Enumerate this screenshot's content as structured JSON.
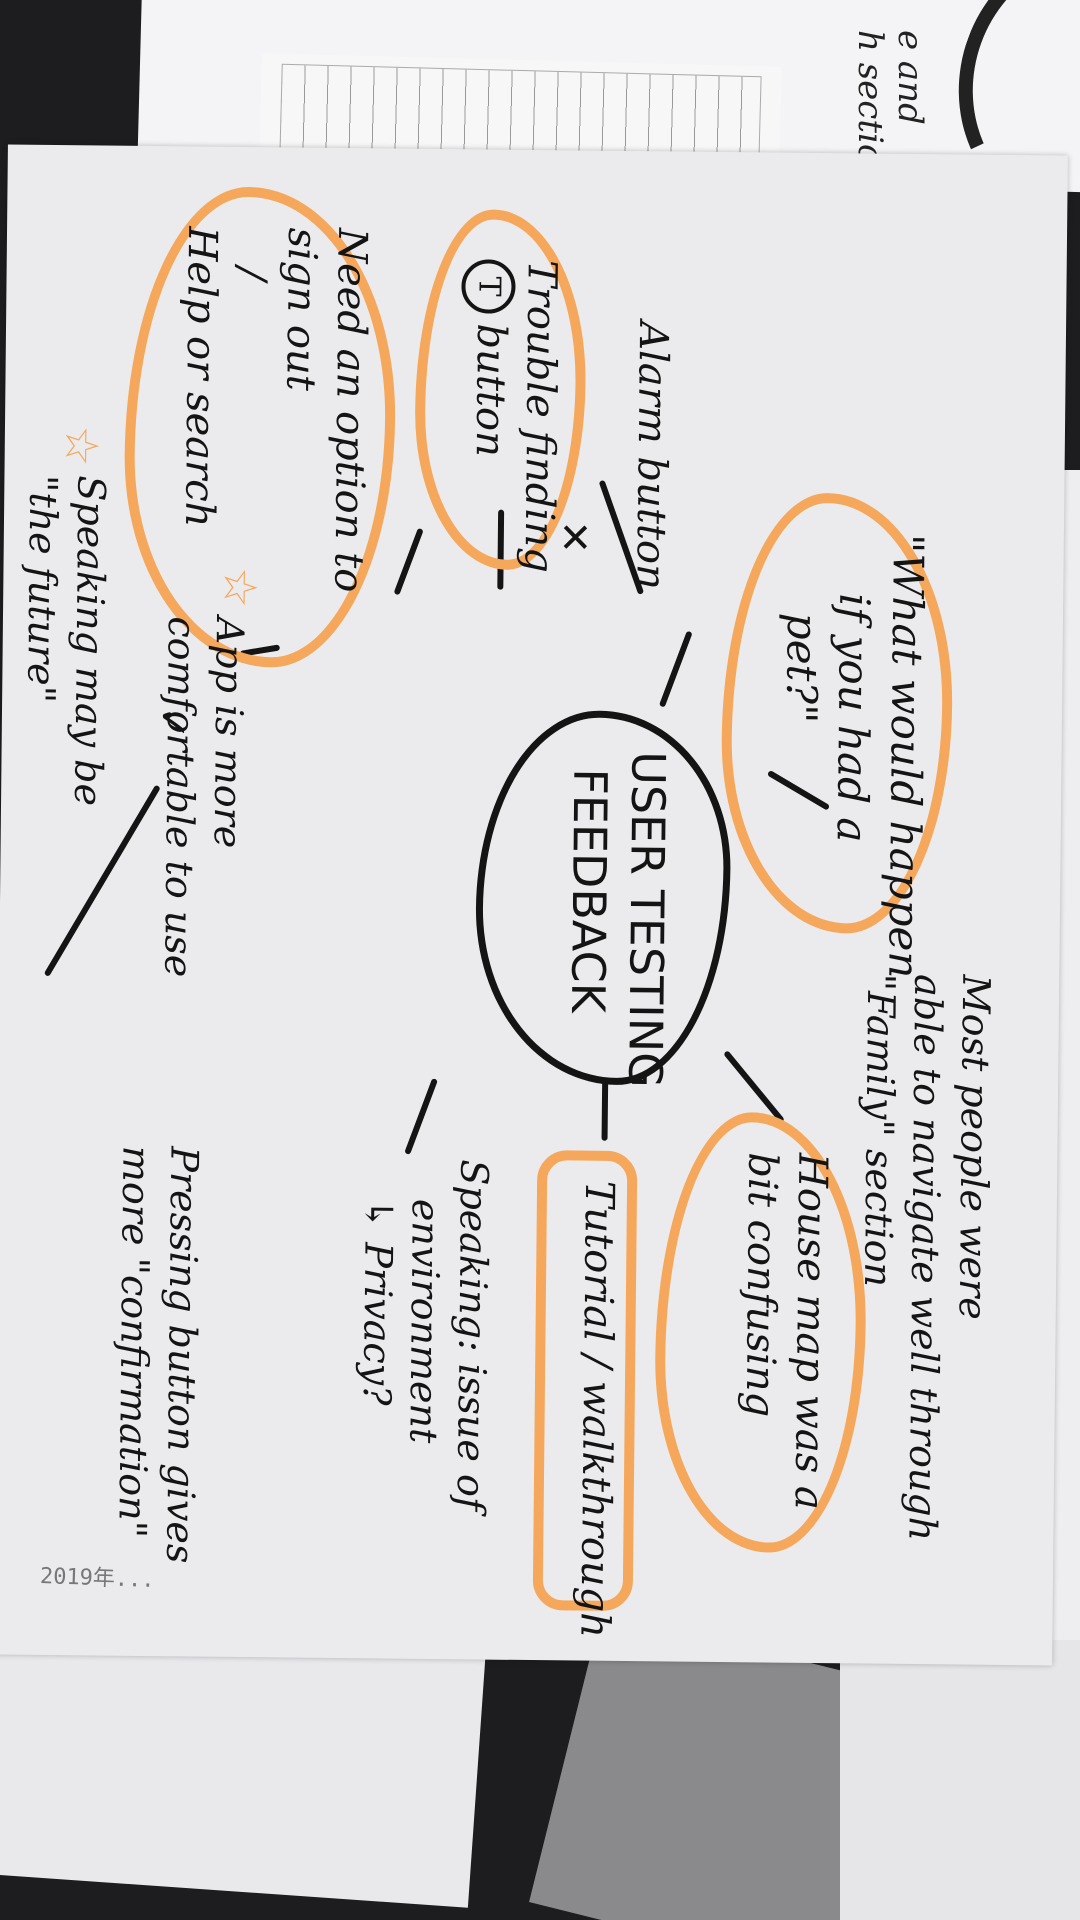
{
  "background_notes": {
    "line1": "e and",
    "line2": "h section"
  },
  "center_cloud": {
    "line1": "USER TESTING",
    "line2": "FEEDBACK"
  },
  "notes": {
    "alarm": "Alarm button",
    "trouble": {
      "line1": "Trouble finding",
      "icon_letter": "T",
      "line2": "button"
    },
    "signout": {
      "line1": "Need an option to",
      "line2": "sign out",
      "line3": "/",
      "line4": "Help or search"
    },
    "pet": {
      "line1": "\"What would happen",
      "line2": "if you had a",
      "line3": "pet?\""
    },
    "navigate": {
      "line1": "Most people were",
      "line2": "able to navigate well through",
      "line3": "\"Family\" section"
    },
    "housemap": {
      "line1": "House map was a",
      "line2": "bit confusing"
    },
    "comfortable": {
      "line1": "App is more",
      "line2": "comfortable to use"
    },
    "speaking_future": {
      "line1": "Speaking may be",
      "line2": "\"the future\""
    },
    "tutorial": "Tutorial / walkthrough",
    "speaking_issue": {
      "line1": "Speaking: issue of",
      "line2": "environment",
      "line3": "↳ Privacy?"
    },
    "pressing": {
      "line1": "Pressing button gives",
      "line2": "more \"confirmation\""
    }
  },
  "footer_scribble": "2019年...",
  "colors": {
    "highlighter": "#f5a85c",
    "ink": "#141414",
    "paper": "#ebebee"
  },
  "icons": [
    "star-icon",
    "checkmark-icon",
    "circle-t-icon",
    "cross-mark-icon"
  ]
}
